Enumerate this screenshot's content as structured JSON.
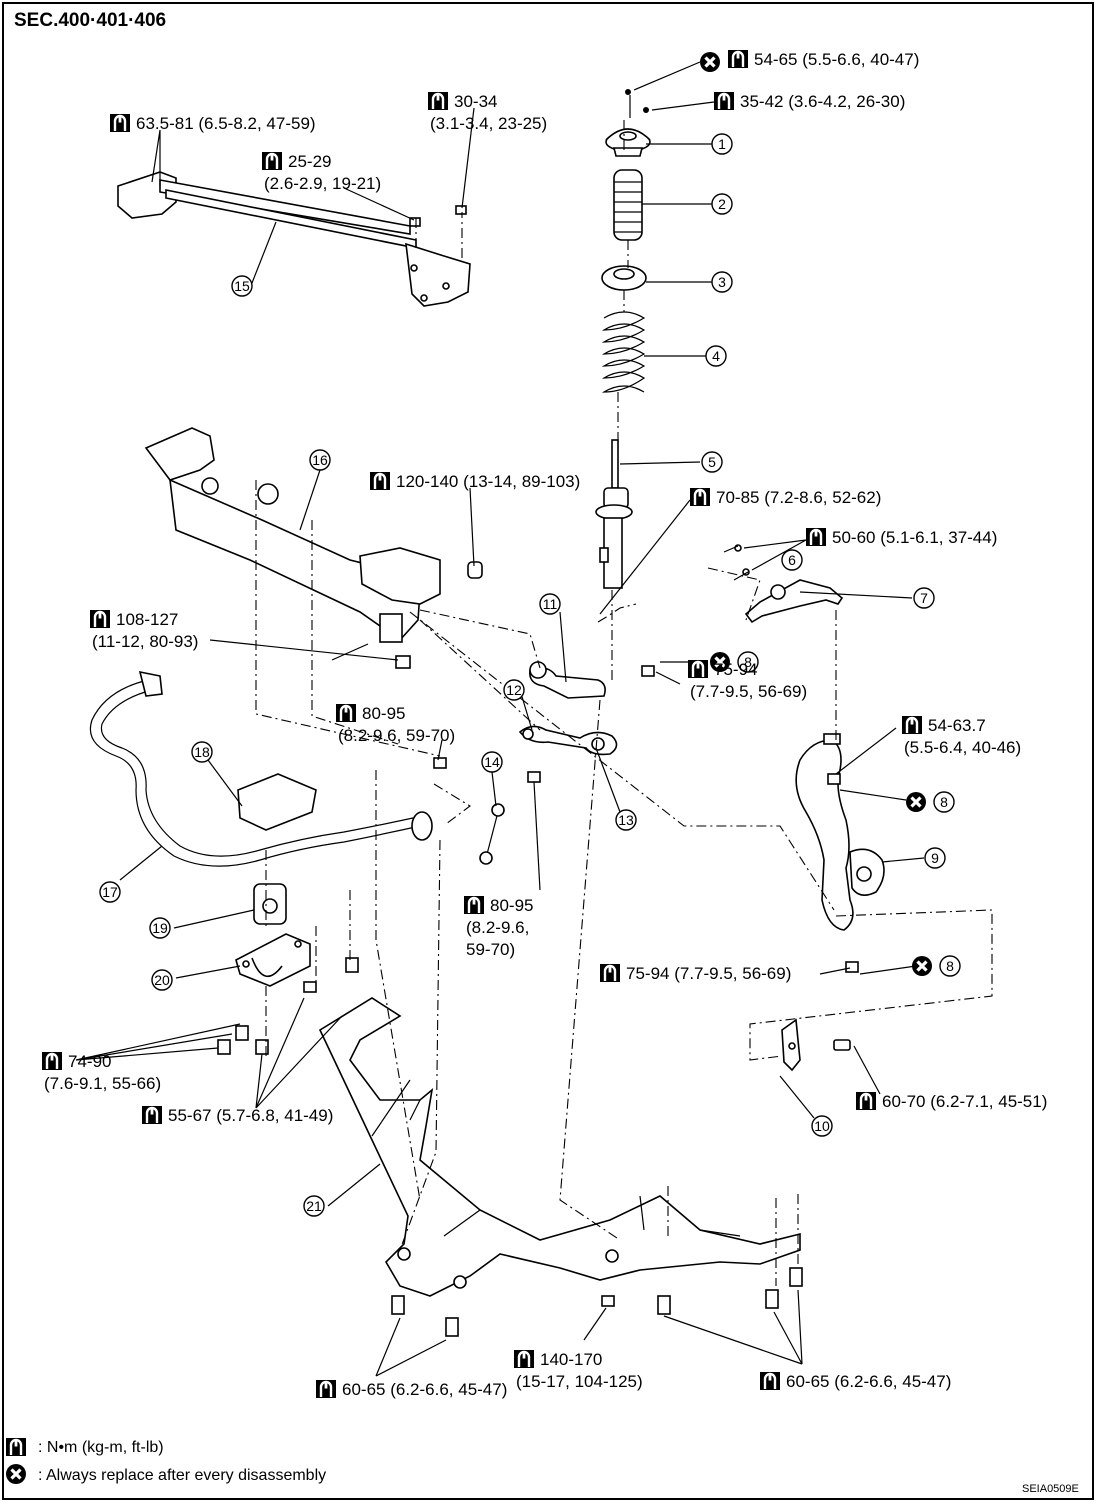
{
  "title": "SEC.400·401·406",
  "diagram_code": "SEIA0509E",
  "torque_specs": [
    {
      "id": "t1",
      "lines": [
        "54-65 (5.5-6.6, 40-47)"
      ],
      "replace": true
    },
    {
      "id": "t2",
      "lines": [
        "35-42 (3.6-4.2, 26-30)"
      ],
      "replace": false
    },
    {
      "id": "t3",
      "lines": [
        "30-34",
        "(3.1-3.4, 23-25)"
      ],
      "replace": false
    },
    {
      "id": "t4",
      "lines": [
        "63.5-81 (6.5-8.2, 47-59)"
      ],
      "replace": false
    },
    {
      "id": "t5",
      "lines": [
        "25-29",
        "(2.6-2.9, 19-21)"
      ],
      "replace": false
    },
    {
      "id": "t6",
      "lines": [
        "120-140 (13-14, 89-103)"
      ],
      "replace": false
    },
    {
      "id": "t7",
      "lines": [
        "70-85 (7.2-8.6, 52-62)"
      ],
      "replace": false
    },
    {
      "id": "t8",
      "lines": [
        "50-60 (5.1-6.1, 37-44)"
      ],
      "replace": false
    },
    {
      "id": "t9",
      "lines": [
        "108-127",
        "(11-12, 80-93)"
      ],
      "replace": false
    },
    {
      "id": "t10",
      "lines": [
        "75-94",
        "(7.7-9.5, 56-69)"
      ],
      "replace": false
    },
    {
      "id": "t11",
      "lines": [
        "80-95",
        "(8.2-9.6, 59-70)"
      ],
      "replace": false
    },
    {
      "id": "t12",
      "lines": [
        "54-63.7",
        "(5.5-6.4, 40-46)"
      ],
      "replace": false
    },
    {
      "id": "t13",
      "lines": [
        "80-95",
        "(8.2-9.6,",
        "59-70)"
      ],
      "replace": false
    },
    {
      "id": "t14",
      "lines": [
        "75-94  (7.7-9.5, 56-69)"
      ],
      "replace": false
    },
    {
      "id": "t15",
      "lines": [
        "74-90",
        "(7.6-9.1, 55-66)"
      ],
      "replace": false
    },
    {
      "id": "t16",
      "lines": [
        "55-67 (5.7-6.8, 41-49)"
      ],
      "replace": false
    },
    {
      "id": "t17",
      "lines": [
        "60-70 (6.2-7.1, 45-51)"
      ],
      "replace": false
    },
    {
      "id": "t18",
      "lines": [
        "140-170",
        "(15-17, 104-125)"
      ],
      "replace": false
    },
    {
      "id": "t19",
      "lines": [
        "60-65 (6.2-6.6, 45-47)"
      ],
      "replace": false
    },
    {
      "id": "t20",
      "lines": [
        "60-65 (6.2-6.6, 45-47)"
      ],
      "replace": false
    }
  ],
  "callouts": [
    "1",
    "2",
    "3",
    "4",
    "5",
    "6",
    "7",
    "8",
    "8",
    "8",
    "8",
    "9",
    "10",
    "11",
    "12",
    "13",
    "14",
    "15",
    "16",
    "17",
    "18",
    "19",
    "20",
    "21"
  ],
  "legend": {
    "torque": ": N•m  (kg-m,  ft-lb)",
    "replace": ": Always replace after every disassembly"
  }
}
